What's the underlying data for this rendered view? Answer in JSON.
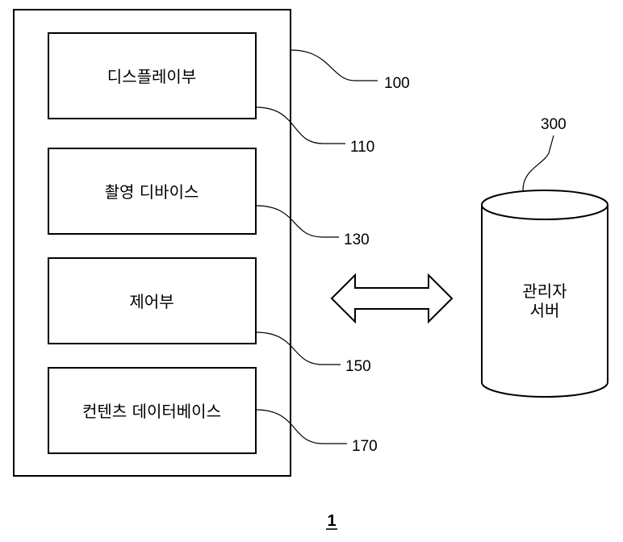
{
  "device": {
    "ref": "100",
    "modules": [
      {
        "label": "디스플레이부",
        "ref": "110"
      },
      {
        "label": "촬영 디바이스",
        "ref": "130"
      },
      {
        "label": "제어부",
        "ref": "150"
      },
      {
        "label": "컨텐츠 데이터베이스",
        "ref": "170"
      }
    ]
  },
  "server": {
    "ref": "300",
    "label_line1": "관리자",
    "label_line2": "서버"
  },
  "figure_number": "1"
}
